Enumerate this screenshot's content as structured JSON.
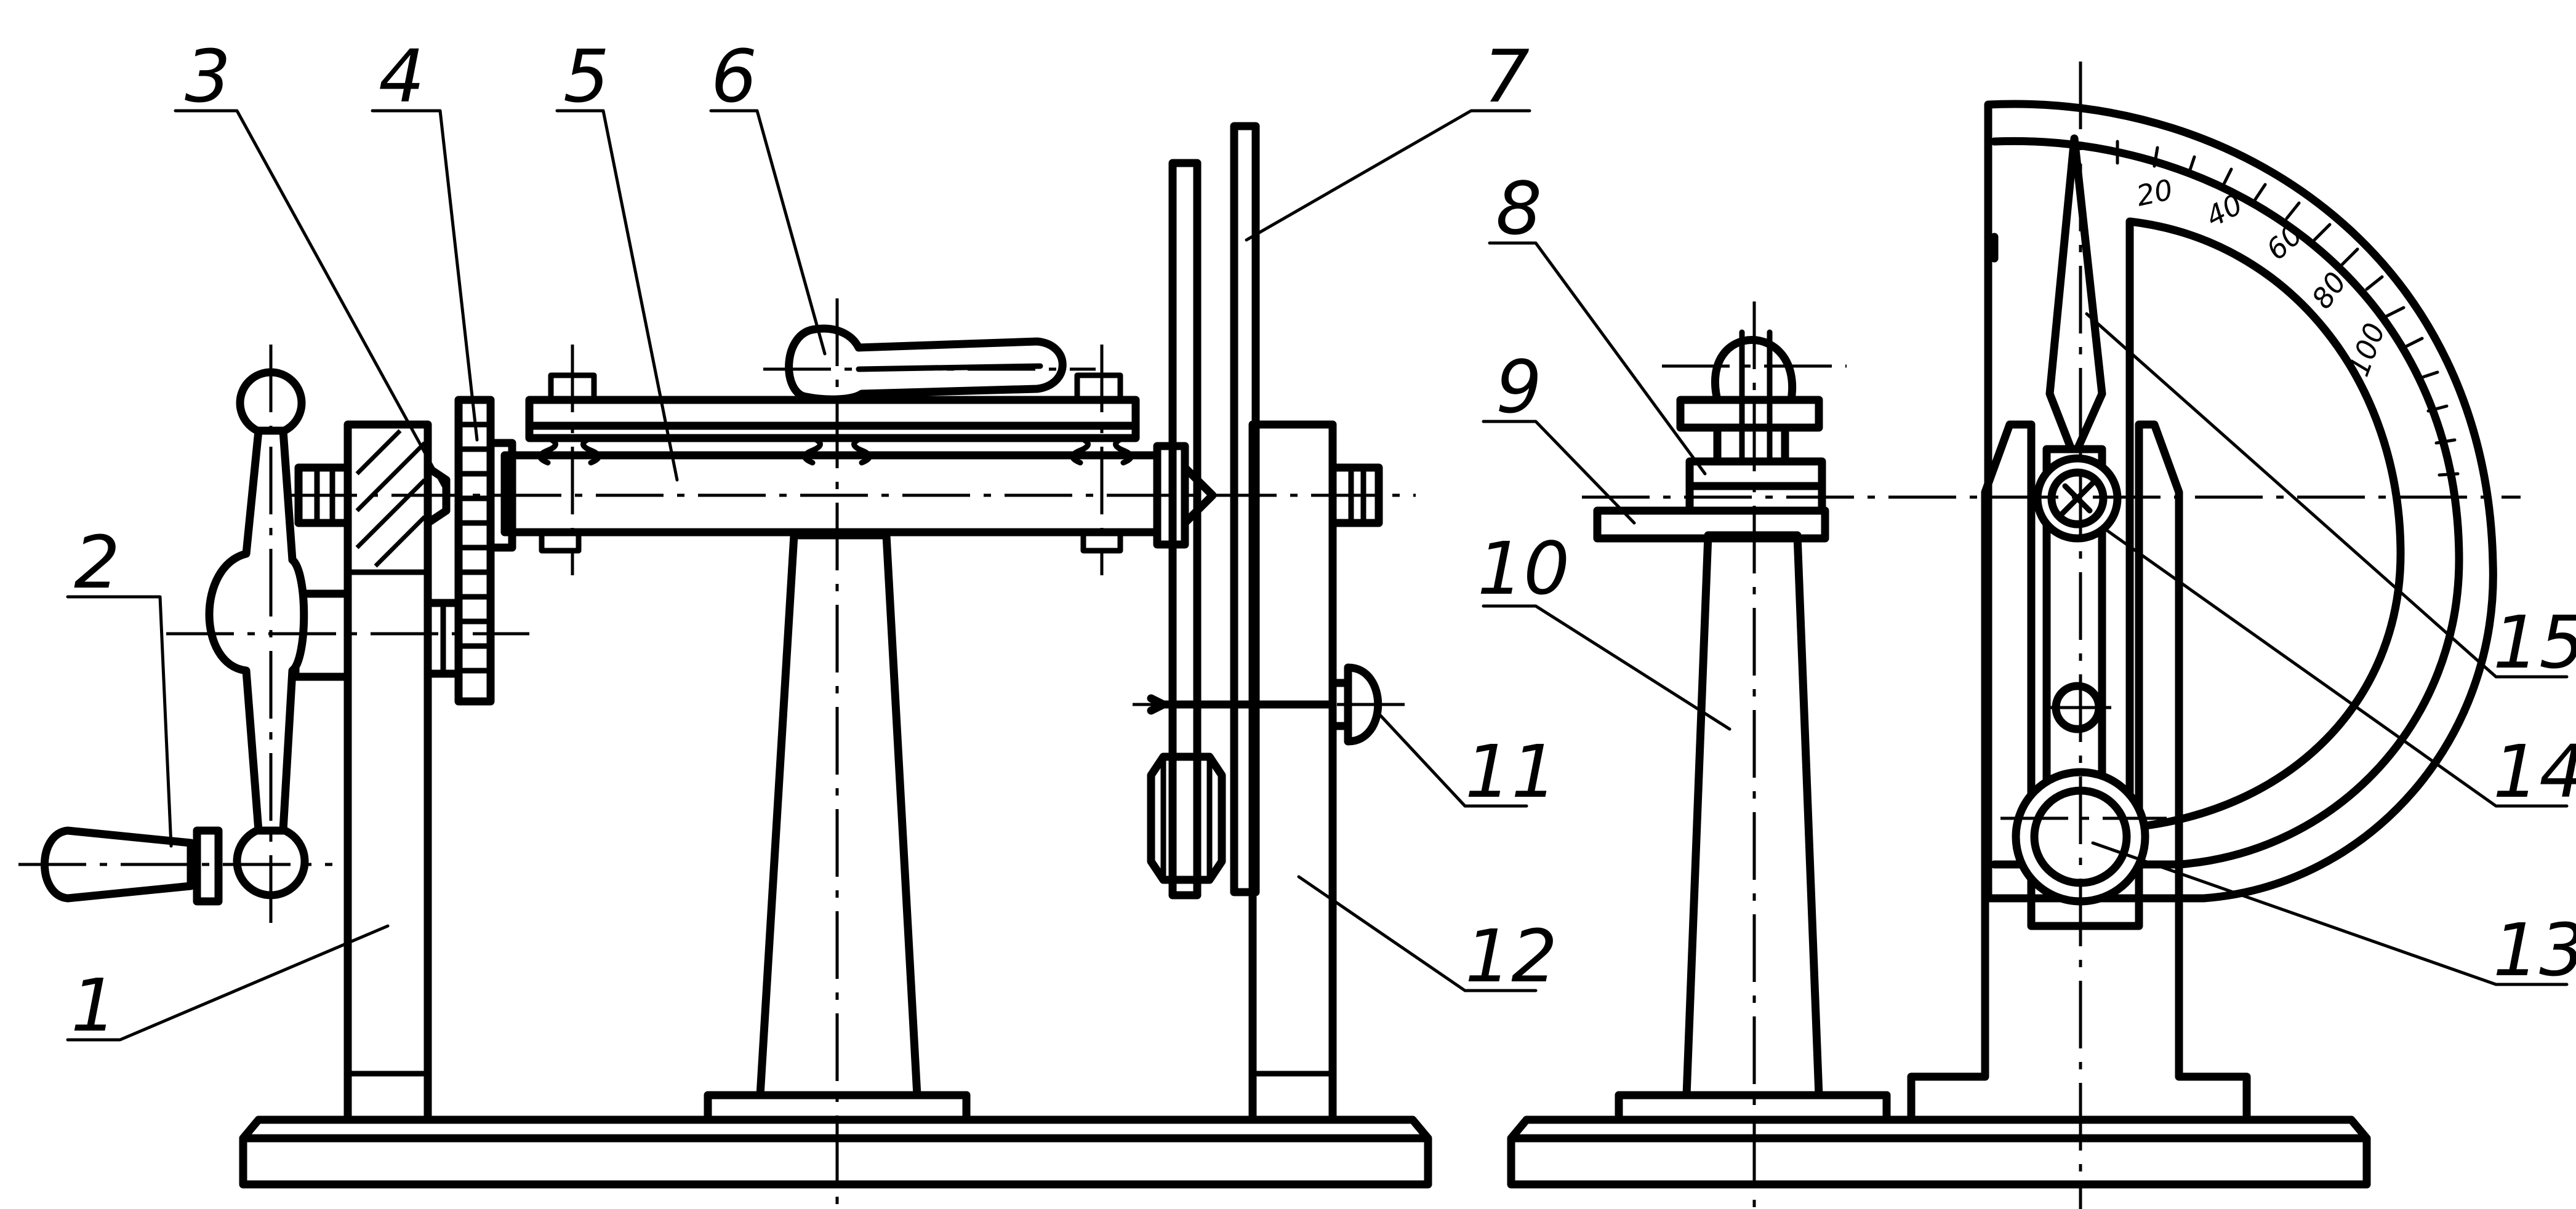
{
  "drawing": {
    "callouts": [
      "1",
      "2",
      "3",
      "4",
      "5",
      "6",
      "7",
      "8",
      "9",
      "10",
      "11",
      "12",
      "13",
      "14",
      "15"
    ],
    "scale_values": [
      "20",
      "40",
      "60",
      "80",
      "100"
    ]
  }
}
